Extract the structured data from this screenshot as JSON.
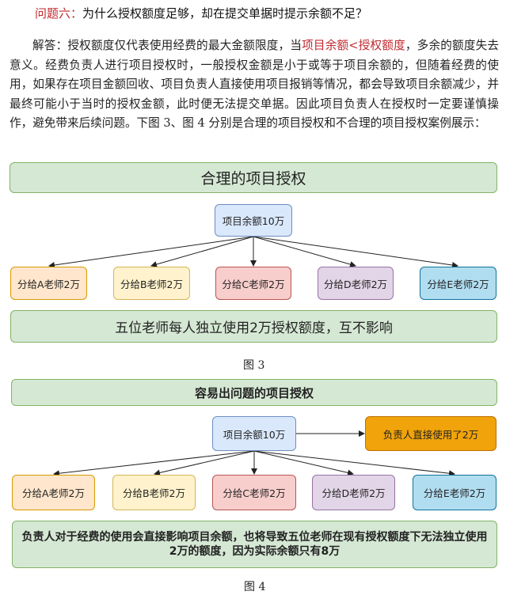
{
  "question": {
    "label": "问题六：",
    "text": "为什么授权额度足够，却在提交单据时提示余额不足？"
  },
  "answer": {
    "pre": "解答：授权额度仅代表使用经费的最大金额限度，当",
    "highlight": "项目余额<授权额度",
    "post": "，多余的额度失去意义。经费负责人进行项目授权时，一般授权金额是小于或等于项目余额的，但随着经费的使用，如果存在项目金额回收、项目负责人直接使用项目报销等情况，都会导致项目余额减少，并最终可能小于当时的授权金额，此时便无法提交单据。因此项目负责人在授权时一定要谨慎操作，避免带来后续问题。下图 3、图 4 分别是合理的项目授权和不合理的项目授权案例展示："
  },
  "fig3": {
    "title": "合理的项目授权",
    "root": "项目余额10万",
    "children": [
      "分给A老师2万",
      "分给B老师2万",
      "分给C老师2万",
      "分给D老师2万",
      "分给E老师2万"
    ],
    "summary": "五位老师每人独立使用2万授权额度，互不影响",
    "caption": "图 3"
  },
  "fig4": {
    "title": "容易出问题的项目授权",
    "root": "项目余额10万",
    "side": "负责人直接使用了2万",
    "children": [
      "分给A老师2万",
      "分给B老师2万",
      "分给C老师2万",
      "分给D老师2万",
      "分给E老师2万"
    ],
    "summary": "负责人对于经费的使用会直接影响项目余额，也将导致五位老师在现有授权额度下无法独立使用2万的额度，因为实际余额只有8万",
    "caption": "图 4"
  }
}
